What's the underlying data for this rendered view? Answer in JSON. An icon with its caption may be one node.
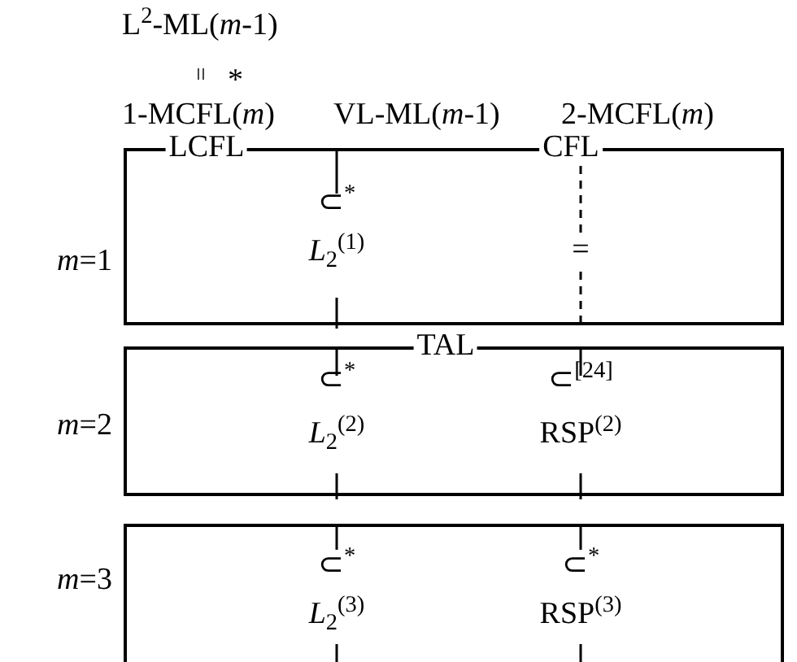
{
  "diagram": {
    "nodes": [
      {
        "text": [
          "LCFL",
          "CFL",
          "⊂$^{*}$",
          "*L*$_{2}$$^{(1)}$",
          "="
        ],
        "beside": [
          "*m*=1"
        ]
      },
      {
        "text": [
          "TAL",
          "⊂$^{*}$",
          "*L*$_{2}$$^{(2)}$",
          "⊂$^{[24]}$",
          "RSP$^{(2)}$"
        ],
        "beside": [
          "*m*=2"
        ]
      },
      {
        "text": [
          "⊂$^{*}$",
          "*L*$_{2}$$^{(3)}$",
          "⊂$^{*}$",
          "RSP$^{(3)}$"
        ],
        "beside": [
          "*m*=3"
        ]
      }
    ],
    "labels": [
      "L$^{2}$-ML(*m*-1)",
      "=",
      "*",
      "1-MCFL(*m*)",
      "VL-ML(*m*-1)",
      "2-MCFL(*m*)"
    ]
  }
}
